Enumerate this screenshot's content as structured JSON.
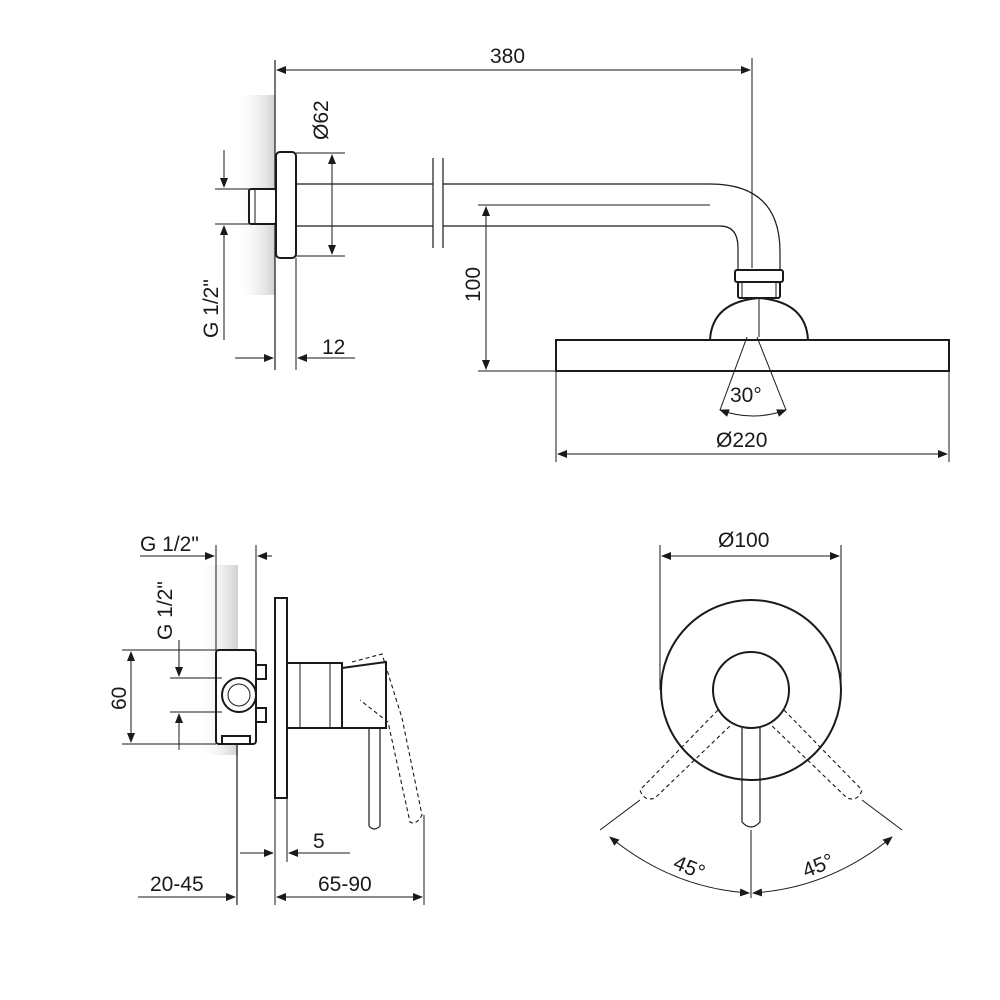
{
  "labels": {
    "arm_length": "380",
    "flange_diameter": "Ø62",
    "inlet_thread_top": "G 1/2\"",
    "flange_thickness": "12",
    "drop_height": "100",
    "spray_angle": "30°",
    "head_diameter": "Ø220",
    "mixer_thread_horizontal": "G 1/2\"",
    "mixer_thread_vertical": "G 1/2\"",
    "body_height": "60",
    "plate_offset": "5",
    "wall_depth": "20-45",
    "projection": "65-90",
    "rosette_diameter": "Ø100",
    "lever_angle_left": "45°",
    "lever_angle_right": "45°"
  },
  "colors": {
    "line": "#1a1a1a",
    "shadow": "#c8c8c8",
    "background": "#ffffff"
  }
}
